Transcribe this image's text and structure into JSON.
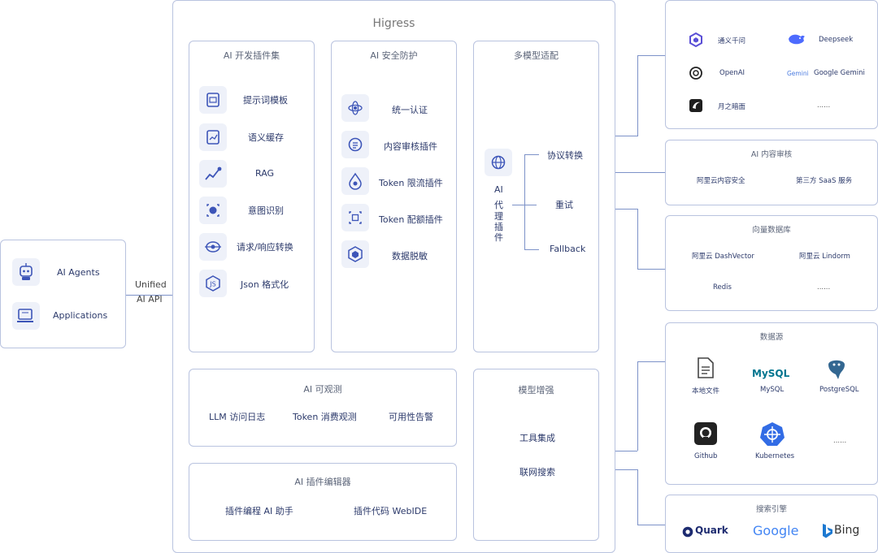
{
  "left": {
    "agents": "AI Agents",
    "applications": "Applications"
  },
  "api_label": {
    "line1": "Unified",
    "line2": "AI API"
  },
  "higress": {
    "title": "Higress"
  },
  "dev_plugins": {
    "title": "AI 开发插件集",
    "items": [
      "提示词模板",
      "语义缓存",
      "RAG",
      "意图识别",
      "请求/响应转换",
      "Json 格式化"
    ]
  },
  "security": {
    "title": "AI 安全防护",
    "items": [
      "统一认证",
      "内容审核插件",
      "Token 限流插件",
      "Token 配额插件",
      "数据脱敏"
    ]
  },
  "multimodel": {
    "title": "多模型适配",
    "proxy": [
      "AI",
      "代",
      "理",
      "插",
      "件"
    ],
    "branches": [
      "协议转换",
      "重试",
      "Fallback"
    ]
  },
  "observability": {
    "title": "AI 可观测",
    "items": [
      "LLM 访问日志",
      "Token 消费观测",
      "可用性告警"
    ]
  },
  "editor": {
    "title": "AI 插件编辑器",
    "items": [
      "插件编程 AI 助手",
      "插件代码 WebIDE"
    ]
  },
  "enhance": {
    "title": "模型增强",
    "items": [
      "工具集成",
      "联网搜索"
    ]
  },
  "models": {
    "items": [
      "通义千问",
      "Deepseek",
      "OpenAI",
      "Google Gemini",
      "月之暗面",
      "......"
    ],
    "gemini_logo": "Gemini"
  },
  "content_review": {
    "title": "AI 内容审核",
    "items": [
      "阿里云内容安全",
      "第三方 SaaS 服务"
    ]
  },
  "vector_db": {
    "title": "向量数据库",
    "items": [
      "阿里云 DashVector",
      "阿里云 Lindorm",
      "Redis",
      "......"
    ]
  },
  "datasource": {
    "title": "数据源",
    "items": [
      "本地文件",
      "MySQL",
      "PostgreSQL",
      "Github",
      "Kubernetes",
      "......"
    ],
    "mysql_logo": "MySQL"
  },
  "search": {
    "title": "搜索引擎",
    "quark": "Quark",
    "google": "Google",
    "bing": "Bing"
  },
  "colors": {
    "accent": "#3d55b8",
    "border": "#b9c3df",
    "icon_bg": "#eef1f9"
  }
}
